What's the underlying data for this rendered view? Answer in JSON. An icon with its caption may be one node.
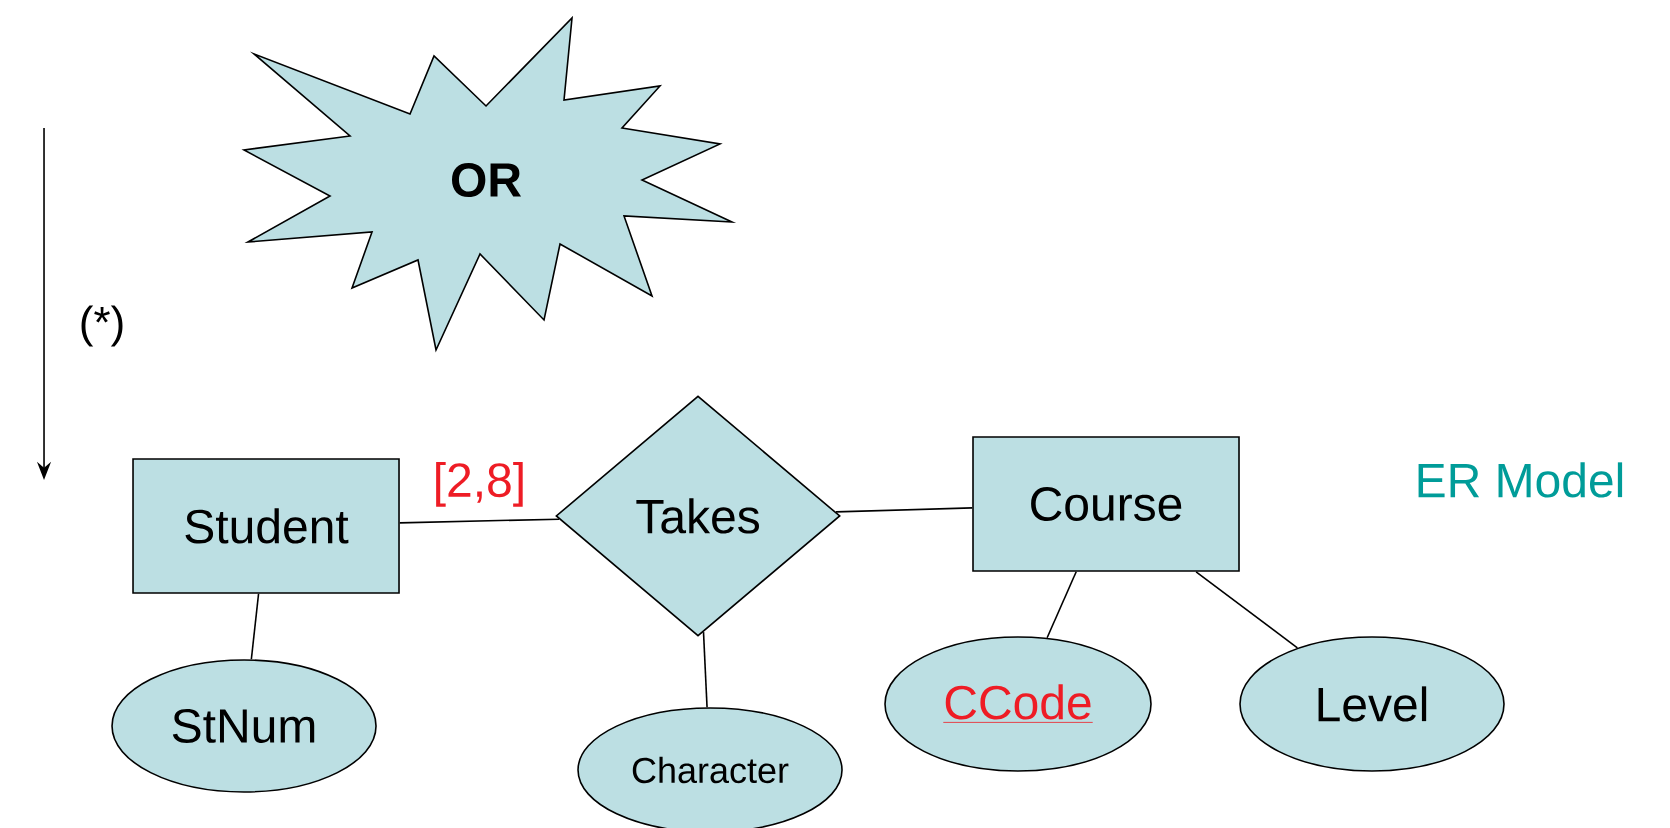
{
  "diagram": {
    "nodes": [
      {
        "text": [
          "OR"
        ]
      },
      {
        "text": [
          "Student"
        ]
      },
      {
        "text": [
          "Takes"
        ]
      },
      {
        "text": [
          "Course"
        ]
      },
      {
        "text": [
          "StNum"
        ]
      },
      {
        "text": [
          "Character"
        ]
      },
      {
        "text": [
          "CCode"
        ]
      },
      {
        "text": [
          "Level"
        ]
      }
    ],
    "edges": [
      {
        "from": 1,
        "to": 2,
        "arrow": "none",
        "label": "[2,8]"
      },
      {
        "from": 2,
        "to": 3,
        "arrow": "none"
      },
      {
        "from": 1,
        "to": 4,
        "arrow": "none"
      },
      {
        "from": 2,
        "to": 5,
        "arrow": "none"
      },
      {
        "from": 3,
        "to": 6,
        "arrow": "none"
      },
      {
        "from": 3,
        "to": 7,
        "arrow": "none"
      }
    ],
    "labels": [
      "(*)",
      "ER Model"
    ]
  }
}
